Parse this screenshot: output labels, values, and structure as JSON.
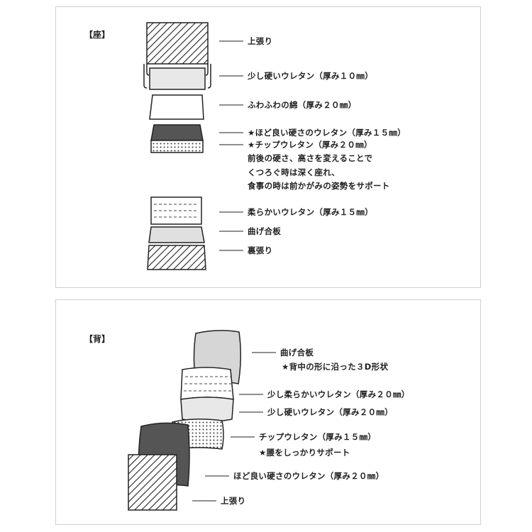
{
  "seat": {
    "title": "【座】",
    "labels": [
      "上張り",
      "少し硬いウレタン（厚み１０㎜）",
      "ふわふわの綿（厚み２０㎜）",
      "★ほど良い硬さのウレタン（厚み１５㎜）",
      "★チップウレタン（厚み２０㎜）",
      "柔らかいウレタン（厚み１５㎜）",
      "曲げ合板",
      "裏張り"
    ],
    "note_lines": [
      "前後の硬さ、高さを変えることで",
      "くつろぐ時は深く座れ、",
      "食事の時は前かがみの姿勢をサポート"
    ]
  },
  "back": {
    "title": "【背】",
    "labels": [
      "曲げ合板",
      "★背中の形に沿った３D形状",
      "少し柔らかいウレタン（厚み２０㎜）",
      "少し硬いウレタン（厚み２０㎜）",
      "チップウレタン（厚み１５㎜）",
      "★腰をしっかりサポート",
      "ほど良い硬さのウレタン（厚み２０㎜）",
      "上張り"
    ]
  },
  "colors": {
    "line": "#222222",
    "dark_fill": "#555555",
    "gray_fill": "#d6d6d6",
    "light_fill": "#e8e8e8",
    "border": "#cfcfcf"
  },
  "icons": [
    "diagonal-hatch-pattern",
    "dot-pattern",
    "dashed-line-pattern"
  ]
}
